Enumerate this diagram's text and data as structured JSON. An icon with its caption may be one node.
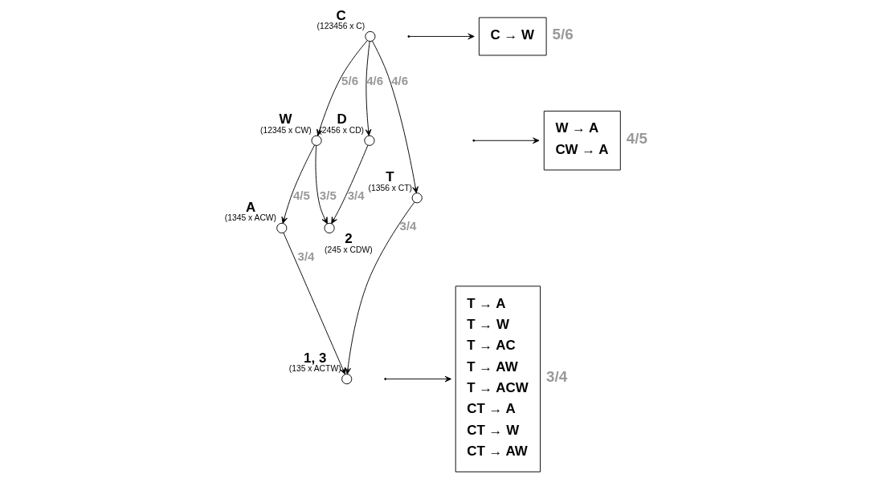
{
  "diagram": {
    "nodes": [
      {
        "text": [],
        "shape": "circle",
        "beside": [
          "C",
          "(123456 x C)"
        ]
      },
      {
        "text": [],
        "shape": "circle",
        "beside": [
          "W",
          "(12345 x CW)"
        ]
      },
      {
        "text": [],
        "shape": "circle",
        "beside": [
          "D",
          "(2456 x CD)"
        ]
      },
      {
        "text": [],
        "shape": "circle",
        "beside": [
          "T",
          "(1356 x CT)"
        ]
      },
      {
        "text": [],
        "shape": "circle",
        "beside": [
          "A",
          "(1345 x ACW)"
        ]
      },
      {
        "text": [],
        "shape": "circle",
        "beside": [
          "2",
          "(245 x CDW)"
        ]
      },
      {
        "text": [],
        "shape": "circle",
        "beside": [
          "1, 3",
          "(135 x ACTW)"
        ]
      },
      {
        "text": [
          "C → W"
        ],
        "beside": [
          "5/6"
        ]
      },
      {
        "text": [
          "W → A",
          "CW → A"
        ],
        "beside": [
          "4/5"
        ]
      },
      {
        "text": [
          "T → A",
          "T → W",
          "T → AC",
          "T → AW",
          "T → ACW",
          "CT → A",
          "CT → W",
          "CT → AW"
        ],
        "beside": [
          "3/4"
        ]
      }
    ],
    "edges": [
      {
        "from": 0,
        "to": 1,
        "arrow": "to",
        "label": "5/6"
      },
      {
        "from": 0,
        "to": 2,
        "arrow": "to",
        "label": "4/6"
      },
      {
        "from": 0,
        "to": 3,
        "arrow": "to",
        "label": "4/6"
      },
      {
        "from": 1,
        "to": 4,
        "arrow": "to",
        "label": "4/5"
      },
      {
        "from": 1,
        "to": 5,
        "arrow": "to",
        "label": "3/5"
      },
      {
        "from": 2,
        "to": 5,
        "arrow": "to",
        "label": "3/4"
      },
      {
        "from": 3,
        "to": 6,
        "arrow": "to",
        "label": "3/4"
      },
      {
        "from": 4,
        "to": 6,
        "arrow": "to",
        "label": "3/4"
      },
      {
        "from": null,
        "to": 7,
        "arrow": "to"
      },
      {
        "from": null,
        "to": 8,
        "arrow": "to"
      },
      {
        "from": null,
        "to": 9,
        "arrow": "to"
      }
    ]
  }
}
